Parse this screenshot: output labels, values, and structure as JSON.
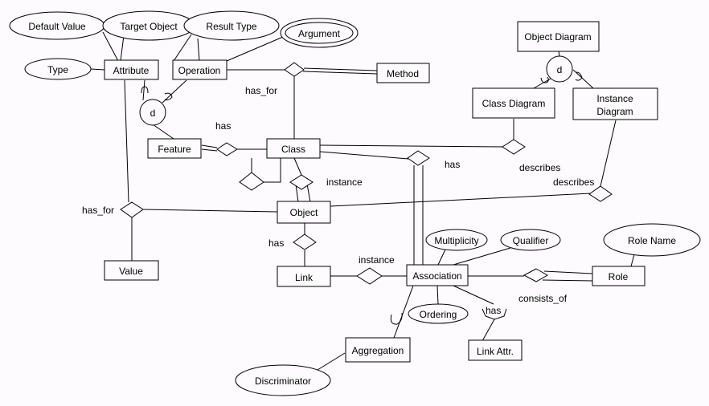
{
  "diagram": {
    "type": "EER diagram",
    "entities": {
      "attribute": "Attribute",
      "operation": "Operation",
      "method": "Method",
      "feature": "Feature",
      "class": "Class",
      "object": "Object",
      "value": "Value",
      "link": "Link",
      "association": "Association",
      "role": "Role",
      "aggregation": "Aggregation",
      "link_attr": "Link Attr.",
      "object_diagram": "Object Diagram",
      "class_diagram": "Class Diagram",
      "instance_diagram_line1": "Instance",
      "instance_diagram_line2": "Diagram"
    },
    "attributes": {
      "default_value": "Default Value",
      "target_object": "Target Object",
      "result_type": "Result Type",
      "argument": "Argument",
      "type": "Type",
      "multiplicity": "Multiplicity",
      "qualifier": "Qualifier",
      "role_name": "Role Name",
      "ordering": "Ordering",
      "discriminator": "Discriminator"
    },
    "relationships": {
      "has_for_method": "has_for",
      "has_feature": "has",
      "has_for_value": "has_for",
      "instance_object": "instance",
      "has_association": "has",
      "describes_class": "describes",
      "describes_instance": "describes",
      "has_link": "has",
      "instance_link": "instance",
      "consists_of": "consists_of",
      "has_link_attr": "has"
    },
    "specializations": {
      "feature_d": "d",
      "object_diagram_d": "d"
    }
  }
}
